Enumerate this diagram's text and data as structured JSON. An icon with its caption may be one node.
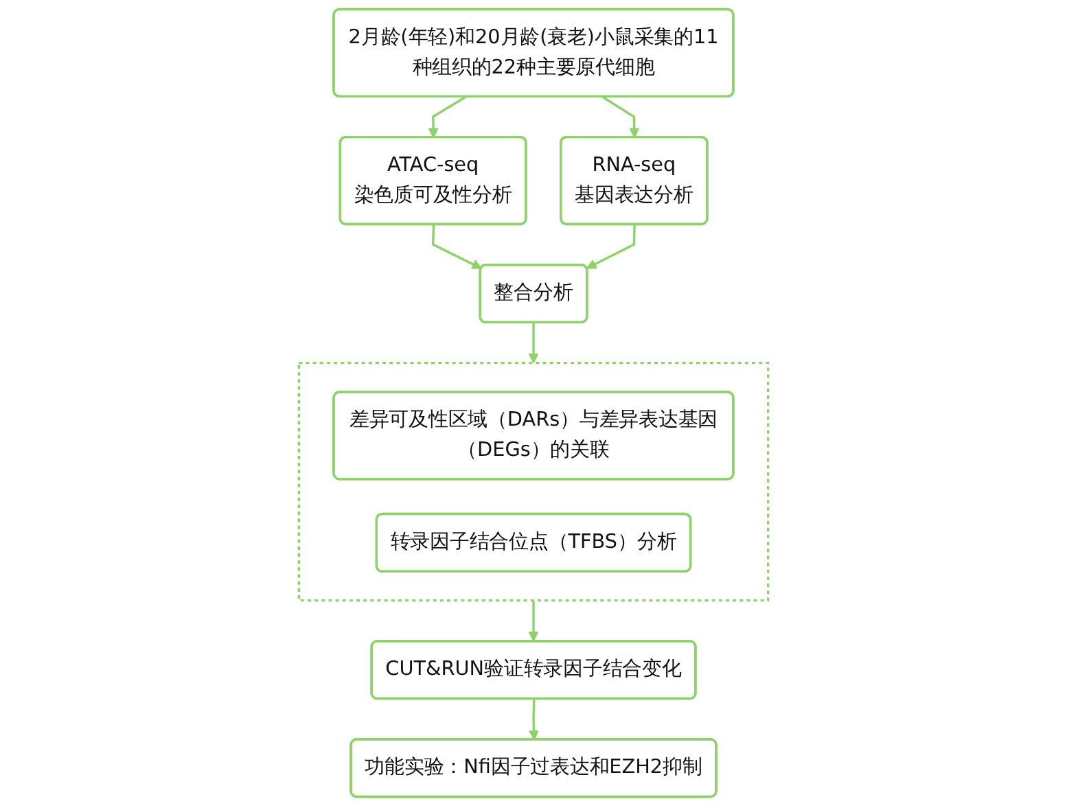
{
  "diagram": {
    "nodes": [
      {
        "text": [
          "2月龄(年轻)和20月龄(衰老)小鼠采集的11种组织的22种主要原代细胞"
        ]
      },
      {
        "text": [
          "ATAC-seq",
          "染色质可及性分析"
        ]
      },
      {
        "text": [
          "RNA-seq",
          "基因表达分析"
        ]
      },
      {
        "text": [
          "整合分析"
        ]
      },
      {
        "text": [],
        "shape": "box"
      },
      {
        "text": [
          "差异可及性区域（DARs）与差异表达基因（DEGs）的关联"
        ],
        "in": 4
      },
      {
        "text": [
          "转录因子结合位点（TFBS）分析"
        ],
        "in": 4
      },
      {
        "text": [
          "CUT&RUN验证转录因子结合变化"
        ]
      },
      {
        "text": [
          "功能实验：Nfi因子过表达和EZH2抑制"
        ]
      }
    ],
    "edges": [
      {
        "from": 0,
        "to": 1,
        "arrow": "to"
      },
      {
        "from": 0,
        "to": 2,
        "arrow": "to"
      },
      {
        "from": 1,
        "to": 3,
        "arrow": "to"
      },
      {
        "from": 2,
        "to": 3,
        "arrow": "to"
      },
      {
        "from": 3,
        "to": 4,
        "arrow": "to"
      },
      {
        "from": 4,
        "to": 7,
        "arrow": "to"
      },
      {
        "from": 7,
        "to": 8,
        "arrow": "to"
      }
    ]
  }
}
